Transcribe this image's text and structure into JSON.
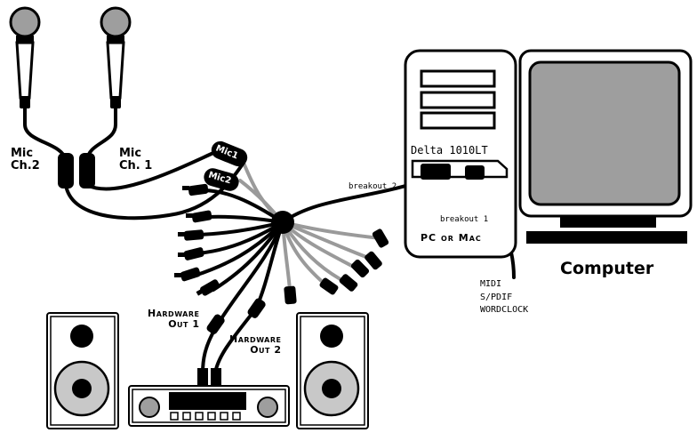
{
  "labels": {
    "mic_ch2": "Mic\nCh.2",
    "mic_ch1": "Mic\nCh. 1",
    "plug_mic1": "Mic1",
    "plug_mic2": "Mic2",
    "breakout2": "breakout 2",
    "breakout1": "breakout 1",
    "card": "Delta 1010LT",
    "pc_or_mac": "PC or Mac",
    "computer": "Computer",
    "midi_lines": "MIDI\nS/PDIF\nWORDCLOCK",
    "hardware_out1": "Hardware\nOut 1",
    "hardware_out2": "Hardware\nOut 2"
  },
  "colors": {
    "ink": "#000000",
    "gray_cable": "#9a9a9a",
    "screen": "#9e9e9e",
    "speaker_cone": "#c8c8c8"
  }
}
